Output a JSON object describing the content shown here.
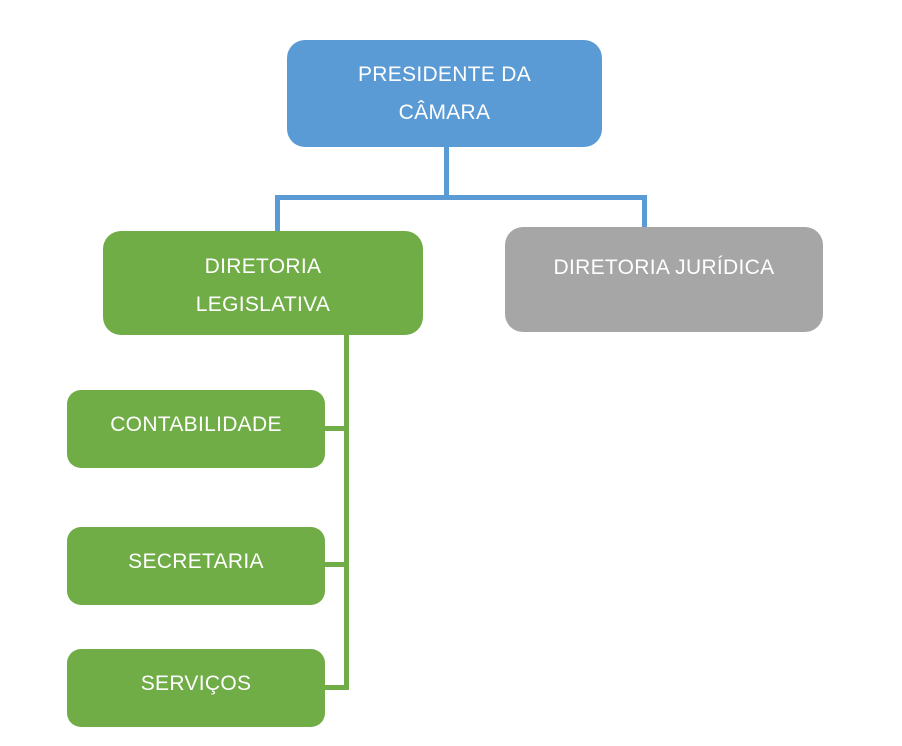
{
  "diagram": {
    "type": "org-chart",
    "background": "#ffffff",
    "nodes": [
      {
        "id": "presidente-da-camara",
        "label": "PRESIDENTE DA CÂMARA",
        "lines": [
          "PRESIDENTE DA",
          "CÂMARA"
        ],
        "color": "#5b9bd5",
        "text_color": "#ffffff",
        "level": 1,
        "parent": null
      },
      {
        "id": "diretoria-legislativa",
        "label": "DIRETORIA LEGISLATIVA",
        "lines": [
          "DIRETORIA",
          "LEGISLATIVA"
        ],
        "color": "#70ad47",
        "text_color": "#ffffff",
        "level": 2,
        "parent": "presidente-da-camara"
      },
      {
        "id": "diretoria-juridica",
        "label": "DIRETORIA JURÍDICA",
        "lines": [
          "DIRETORIA JURÍDICA"
        ],
        "color": "#a6a6a6",
        "text_color": "#ffffff",
        "level": 2,
        "parent": "presidente-da-camara"
      },
      {
        "id": "contabilidade",
        "label": "CONTABILIDADE",
        "lines": [
          "CONTABILIDADE"
        ],
        "color": "#70ad47",
        "text_color": "#ffffff",
        "level": 3,
        "parent": "diretoria-legislativa"
      },
      {
        "id": "secretaria",
        "label": "SECRETARIA",
        "lines": [
          "SECRETARIA"
        ],
        "color": "#70ad47",
        "text_color": "#ffffff",
        "level": 3,
        "parent": "diretoria-legislativa"
      },
      {
        "id": "servicos",
        "label": "SERVIÇOS",
        "lines": [
          "SERVIÇOS"
        ],
        "color": "#70ad47",
        "text_color": "#ffffff",
        "level": 3,
        "parent": "diretoria-legislativa"
      }
    ],
    "connector_colors": {
      "top_level": "#5b9bd5",
      "sub_level": "#70ad47"
    }
  }
}
